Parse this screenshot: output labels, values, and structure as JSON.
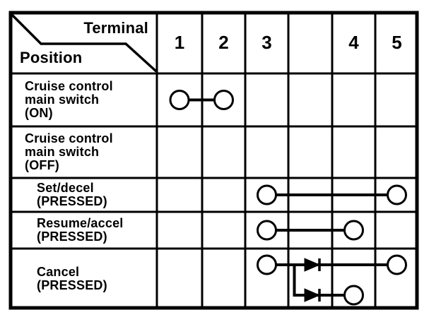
{
  "colors": {
    "ink": "#000000",
    "paper": "#ffffff"
  },
  "table": {
    "corner": {
      "top_label": "Terminal",
      "bottom_label": "Position"
    },
    "terminals": [
      "1",
      "2",
      "3",
      "",
      "4",
      "5"
    ],
    "rows": [
      {
        "name": "cruise-control-main-switch-on",
        "label_lines": [
          "Cruise control",
          "main switch",
          "(ON)"
        ],
        "indent": false
      },
      {
        "name": "cruise-control-main-switch-off",
        "label_lines": [
          "Cruise control",
          "main switch",
          "(OFF)"
        ],
        "indent": false
      },
      {
        "name": "set-decel-pressed",
        "label_lines": [
          "Set/decel",
          "(PRESSED)"
        ],
        "indent": true
      },
      {
        "name": "resume-accel-pressed",
        "label_lines": [
          "Resume/accel",
          "(PRESSED)"
        ],
        "indent": true
      },
      {
        "name": "cancel-pressed",
        "label_lines": [
          "Cancel",
          "(PRESSED)"
        ],
        "indent": true
      }
    ],
    "connections": [
      {
        "row": 0,
        "from": "1",
        "to": "2",
        "diode": false,
        "branch": false
      },
      {
        "row": 2,
        "from": "3",
        "to": "5",
        "diode": false,
        "branch": false
      },
      {
        "row": 3,
        "from": "3",
        "to": "4",
        "diode": false,
        "branch": false
      },
      {
        "row": 4,
        "from": "3",
        "to": "5",
        "diode": true,
        "branch": false
      },
      {
        "row": 4,
        "from": "3",
        "to": "4",
        "diode": true,
        "branch": true
      }
    ]
  }
}
